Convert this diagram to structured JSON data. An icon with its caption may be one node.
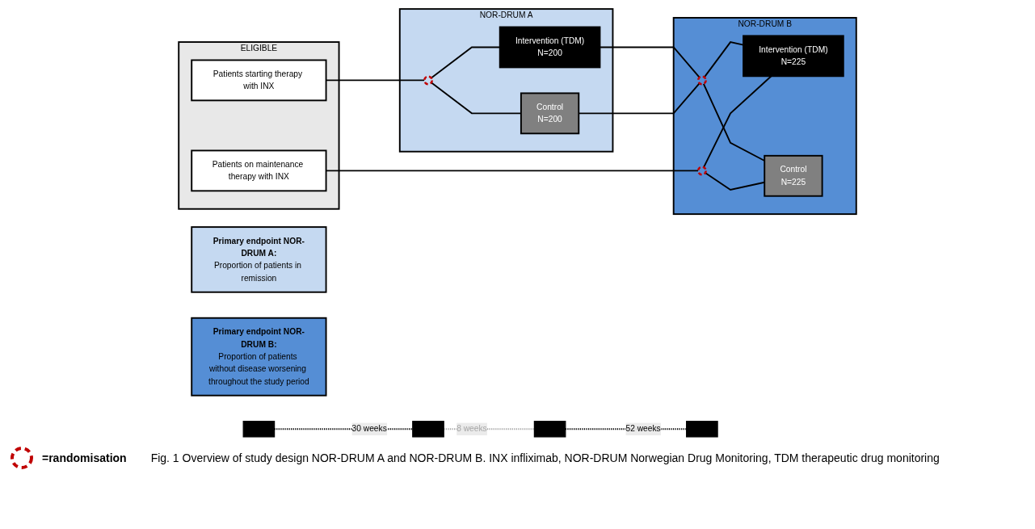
{
  "diagram": {
    "caption": "Fig. 1 Overview of study design NOR-DRUM A and NOR-DRUM B. INX infliximab, NOR-DRUM Norwegian Drug Monitoring, TDM therapeutic drug monitoring",
    "nodes": [
      {
        "text": [
          "ELIGIBLE"
        ]
      },
      {
        "text": [
          "Patients starting therapy with INX"
        ],
        "in": 0
      },
      {
        "text": [
          "Patients on maintenance therapy with INX"
        ],
        "in": 0
      },
      {
        "text": [
          "NOR-DRUM A"
        ]
      },
      {
        "text": [
          "Intervention (TDM)",
          "N=200"
        ],
        "in": 3
      },
      {
        "text": [
          "Control",
          "N=200"
        ],
        "in": 3
      },
      {
        "text": [
          "NOR-DRUM B"
        ]
      },
      {
        "text": [
          "Intervention (TDM)",
          "N=225"
        ],
        "in": 6
      },
      {
        "text": [
          "Control",
          "N=225"
        ],
        "in": 6
      },
      {
        "text": [],
        "shape": "circle",
        "in": 3
      },
      {
        "text": [],
        "shape": "circle",
        "in": 6
      },
      {
        "text": [],
        "shape": "circle",
        "in": 6
      },
      {
        "text": [
          "Primary endpoint NOR-DRUM A:",
          "Proportion of patients in remission"
        ]
      },
      {
        "text": [
          "Primary endpoint NOR-DRUM B:",
          "Proportion of patients without disease worsening throughout the study period"
        ]
      },
      {
        "text": [],
        "shape": "box"
      },
      {
        "text": [],
        "shape": "box"
      },
      {
        "text": [],
        "shape": "box"
      },
      {
        "text": [],
        "shape": "box"
      }
    ],
    "edges": [
      {
        "from": 1,
        "to": 9,
        "arrow": "none"
      },
      {
        "from": 9,
        "to": 4,
        "arrow": "none"
      },
      {
        "from": 9,
        "to": 5,
        "arrow": "none"
      },
      {
        "from": 4,
        "to": 10,
        "arrow": "none"
      },
      {
        "from": 5,
        "to": 10,
        "arrow": "none"
      },
      {
        "from": 10,
        "to": 7,
        "arrow": "none"
      },
      {
        "from": 10,
        "to": 8,
        "arrow": "none"
      },
      {
        "from": 2,
        "to": 11,
        "arrow": "none"
      },
      {
        "from": 11,
        "to": 7,
        "arrow": "none"
      },
      {
        "from": 11,
        "to": 8,
        "arrow": "none"
      },
      {
        "from": 14,
        "to": 15,
        "arrow": "none",
        "label": "30 weeks",
        "style": "dashed"
      },
      {
        "from": 15,
        "to": 16,
        "arrow": "none",
        "label": "8 weeks",
        "style": "dashed",
        "color": "#a6a6a6"
      },
      {
        "from": 16,
        "to": 17,
        "arrow": "none",
        "label": "52 weeks",
        "style": "dashed"
      }
    ],
    "legend": [
      {
        "text": "=randomisation"
      }
    ]
  }
}
